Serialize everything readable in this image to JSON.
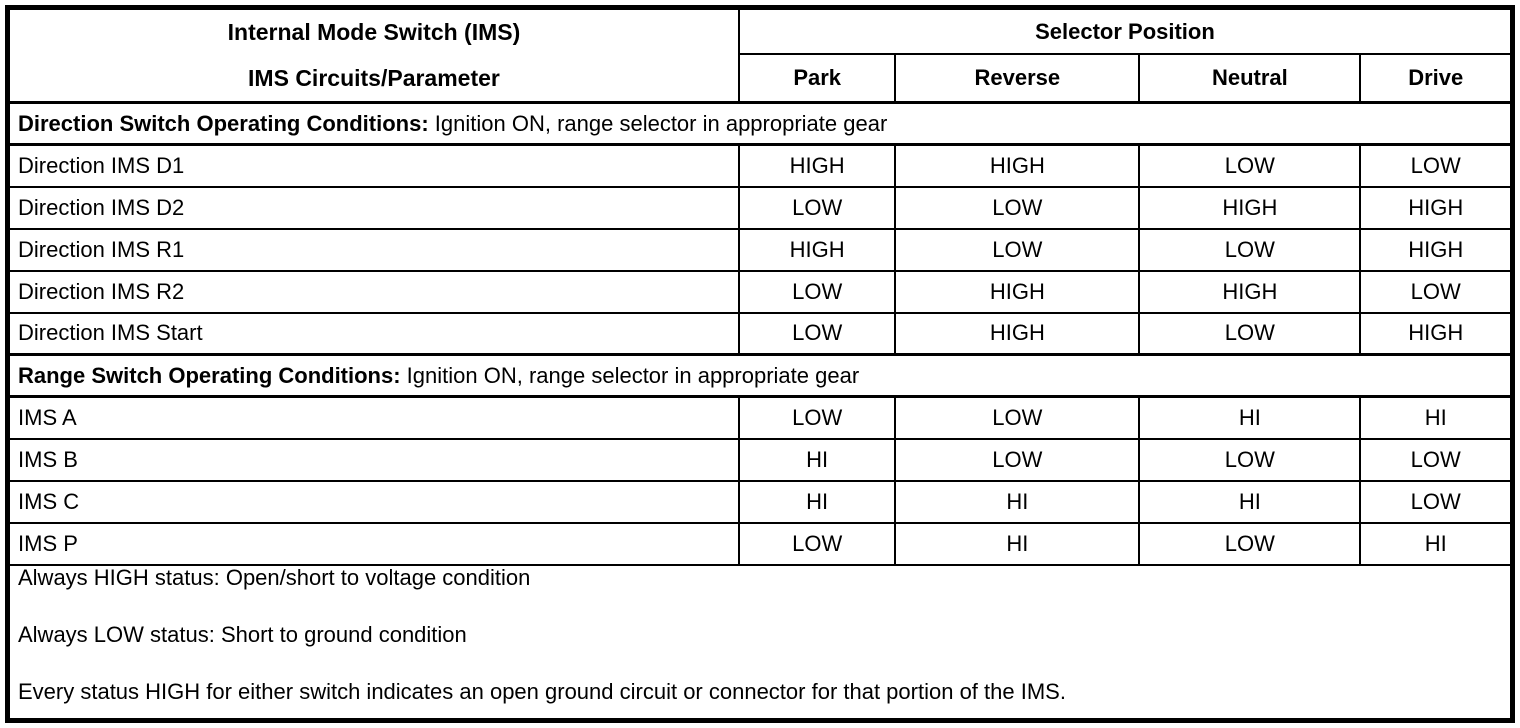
{
  "colors": {
    "background": "#ffffff",
    "border": "#000000",
    "text": "#000000"
  },
  "table": {
    "header": {
      "title": "Internal Mode Switch (IMS)",
      "subtitle": "IMS Circuits/Parameter",
      "selector_position": "Selector Position",
      "columns": [
        "Park",
        "Reverse",
        "Neutral",
        "Drive"
      ]
    },
    "sections": [
      {
        "title_bold": "Direction Switch Operating Conditions:",
        "title_rest": " Ignition ON, range selector in appropriate gear",
        "rows": [
          {
            "label": "Direction IMS D1",
            "values": [
              "HIGH",
              "HIGH",
              "LOW",
              "LOW"
            ]
          },
          {
            "label": "Direction IMS D2",
            "values": [
              "LOW",
              "LOW",
              "HIGH",
              "HIGH"
            ]
          },
          {
            "label": "Direction IMS R1",
            "values": [
              "HIGH",
              "LOW",
              "LOW",
              "HIGH"
            ]
          },
          {
            "label": "Direction IMS R2",
            "values": [
              "LOW",
              "HIGH",
              "HIGH",
              "LOW"
            ]
          },
          {
            "label": "Direction IMS Start",
            "values": [
              "LOW",
              "HIGH",
              "LOW",
              "HIGH"
            ]
          }
        ]
      },
      {
        "title_bold": "Range Switch Operating Conditions:",
        "title_rest": " Ignition ON, range selector in appropriate gear",
        "rows": [
          {
            "label": "IMS A",
            "values": [
              "LOW",
              "LOW",
              "HI",
              "HI"
            ]
          },
          {
            "label": "IMS B",
            "values": [
              "HI",
              "LOW",
              "LOW",
              "LOW"
            ]
          },
          {
            "label": "IMS C",
            "values": [
              "HI",
              "HI",
              "HI",
              "LOW"
            ]
          },
          {
            "label": "IMS P",
            "values": [
              "LOW",
              "HI",
              "LOW",
              "HI"
            ]
          }
        ]
      }
    ],
    "notes": [
      "Always HIGH status: Open/short to voltage condition",
      "Always LOW status: Short to ground condition",
      "Every status HIGH for either switch indicates an open ground circuit or connector for that portion of the IMS."
    ]
  }
}
